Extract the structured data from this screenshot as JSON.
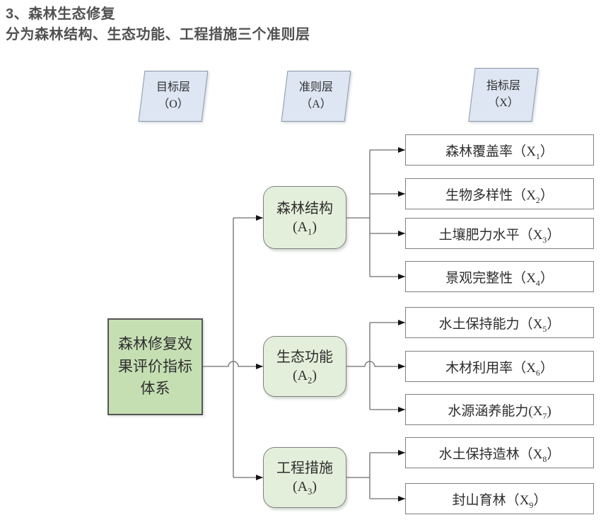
{
  "title": {
    "line1": "3、森林生态修复",
    "line2": "分为森林结构、生态功能、工程措施三个准则层"
  },
  "headers": [
    {
      "label": "目标层",
      "open": "（",
      "sym": "O",
      "close": "）"
    },
    {
      "label": "准则层",
      "open": "（",
      "sym": "A",
      "close": "）"
    },
    {
      "label": "指标层",
      "open": "（",
      "sym": "X",
      "close": "）"
    }
  ],
  "goal": {
    "label": "森林修复效果评价指标体系"
  },
  "criteria": [
    {
      "name": "森林结构",
      "open": "(",
      "sym": "A",
      "sub": "1",
      "close": ")"
    },
    {
      "name": "生态功能",
      "open": "(",
      "sym": "A",
      "sub": "2",
      "close": ")"
    },
    {
      "name": "工程措施",
      "open": "(",
      "sym": "A",
      "sub": "3",
      "close": ")"
    }
  ],
  "indicators": [
    {
      "name": "森林覆盖率",
      "open": "（",
      "sym": "X",
      "sub": "1",
      "close": "）"
    },
    {
      "name": "生物多样性",
      "open": "（",
      "sym": "X",
      "sub": "2",
      "close": "）"
    },
    {
      "name": "土壤肥力水平",
      "open": "（",
      "sym": "X",
      "sub": "3",
      "close": "）"
    },
    {
      "name": "景观完整性",
      "open": "（",
      "sym": "X",
      "sub": "4",
      "close": "）"
    },
    {
      "name": "水土保持能力",
      "open": "（",
      "sym": "X",
      "sub": "5",
      "close": "）"
    },
    {
      "name": "木材利用率",
      "open": "（",
      "sym": "X",
      "sub": "6",
      "close": "）"
    },
    {
      "name": "水源涵养能力",
      "open": "(",
      "sym": "X",
      "sub": "7",
      "close": ")"
    },
    {
      "name": "水土保持造林",
      "open": "（",
      "sym": "X",
      "sub": "8",
      "close": "）"
    },
    {
      "name": "封山育林",
      "open": "（",
      "sym": "X",
      "sub": "9",
      "close": "）"
    }
  ],
  "colors": {
    "header_fill": "#dde6f2",
    "header_border": "#8a97a8",
    "goal_fill": "#c5dfb3",
    "goal_border": "#555555",
    "criteria_fill": "#e4efdb",
    "criteria_border": "#7f7f7f",
    "indicator_fill": "#ffffff",
    "indicator_border": "#7f7f7f",
    "line": "#6e6e6e",
    "arrow": "#141414",
    "title_text": "#515151",
    "box_text": "#2e2e2e"
  }
}
